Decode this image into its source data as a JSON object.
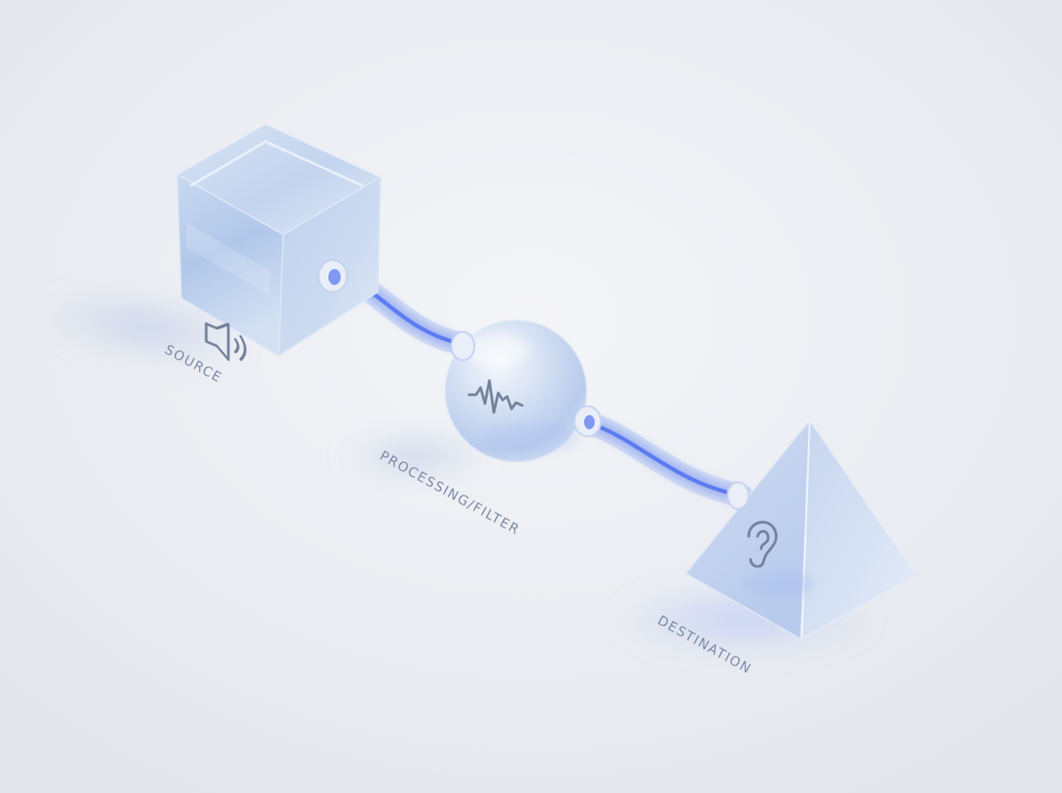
{
  "nodes": [
    {
      "id": "source",
      "label": "SOURCE",
      "shape": "cube",
      "icon": "speaker-icon"
    },
    {
      "id": "processing",
      "label": "PROCESSING/FILTER",
      "shape": "sphere",
      "icon": "waveform-icon"
    },
    {
      "id": "destination",
      "label": "DESTINATION",
      "shape": "pyramid",
      "icon": "ear-icon"
    }
  ],
  "connections": [
    {
      "from": "source",
      "to": "processing"
    },
    {
      "from": "processing",
      "to": "destination"
    }
  ],
  "colors": {
    "background": "#eceef3",
    "glass": "#bcd0ec",
    "cable_glow": "#5d7cf0",
    "label": "#7b8aa8",
    "icon": "#74829c"
  }
}
